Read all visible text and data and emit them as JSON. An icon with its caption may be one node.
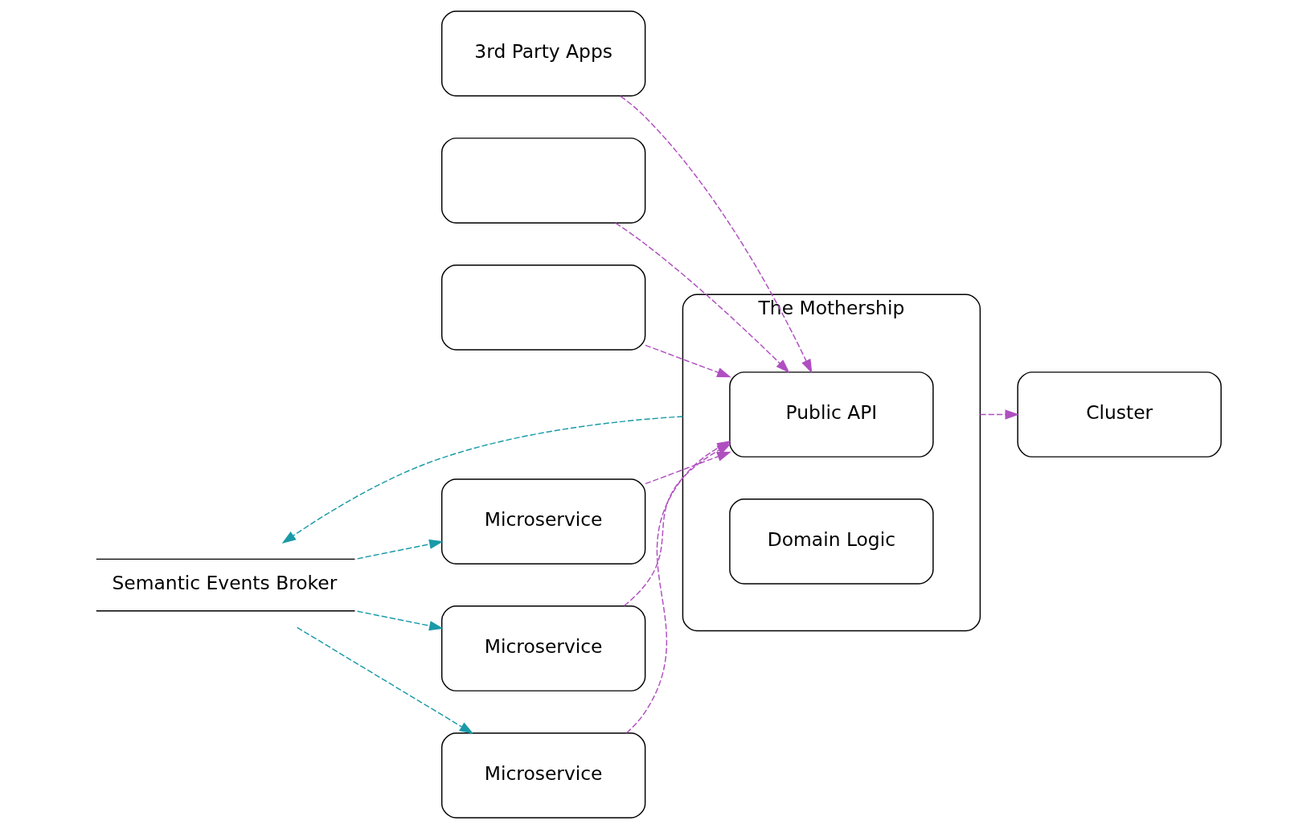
{
  "diagram": {
    "nodes": [
      {
        "text": [
          "3rd Party Apps"
        ]
      },
      {
        "text": [],
        "shape": "box"
      },
      {
        "text": [],
        "shape": "box"
      },
      {
        "text": [
          "The Mothership"
        ]
      },
      {
        "text": [
          "Public API"
        ],
        "in": 3
      },
      {
        "text": [
          "Domain Logic"
        ],
        "in": 3
      },
      {
        "text": [
          "Cluster"
        ]
      },
      {
        "text": [
          "Semantic Events Broker"
        ]
      },
      {
        "text": [
          "Microservice"
        ]
      },
      {
        "text": [
          "Microservice"
        ]
      },
      {
        "text": [
          "Microservice"
        ]
      }
    ],
    "edges": [
      {
        "from": 0,
        "to": 4,
        "arrow": "to",
        "style": "dashed"
      },
      {
        "from": 1,
        "to": 4,
        "arrow": "to",
        "style": "dashed"
      },
      {
        "from": 2,
        "to": 4,
        "arrow": "to",
        "style": "dashed"
      },
      {
        "from": 3,
        "to": 6,
        "arrow": "to",
        "style": "dashed"
      },
      {
        "from": 3,
        "to": 7,
        "arrow": "to",
        "style": "dashed",
        "color": "#1a9aa8"
      },
      {
        "from": 8,
        "to": 4,
        "arrow": "to",
        "style": "dashed"
      },
      {
        "from": 9,
        "to": 4,
        "arrow": "to",
        "style": "dashed"
      },
      {
        "from": 10,
        "to": 4,
        "arrow": "to",
        "style": "dashed"
      },
      {
        "from": 7,
        "to": 8,
        "arrow": "to",
        "style": "dashed",
        "color": "#1a9aa8"
      },
      {
        "from": 7,
        "to": 9,
        "arrow": "to",
        "style": "dashed",
        "color": "#1a9aa8"
      },
      {
        "from": 7,
        "to": 10,
        "arrow": "to",
        "style": "dashed",
        "color": "#1a9aa8"
      }
    ]
  }
}
